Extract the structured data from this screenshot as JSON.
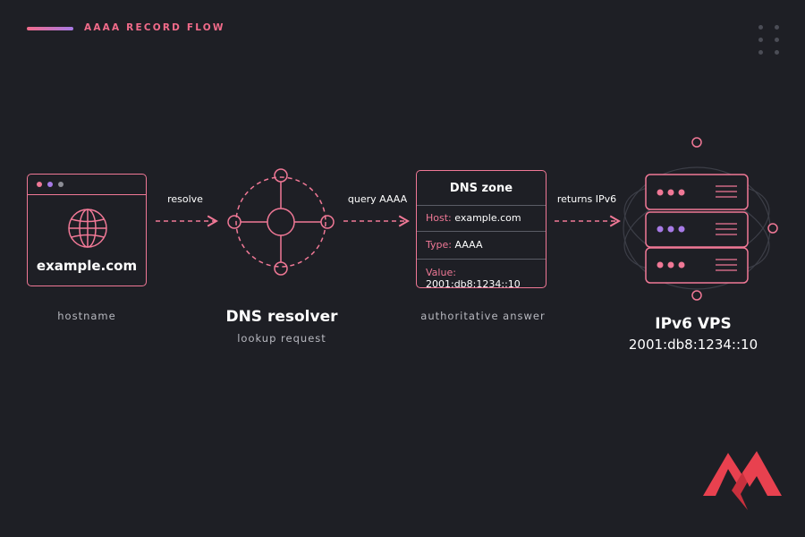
{
  "header": {
    "label": "AAAA RECORD FLOW",
    "accent_gradient": [
      "#f26b8a",
      "#a77ae6"
    ]
  },
  "colors": {
    "background": "#1e1f25",
    "line": "#f07896",
    "purple": "#a77ae6",
    "muted": "#b8b9c0"
  },
  "nodes": {
    "browser": {
      "domain": "example.com",
      "caption": "hostname"
    },
    "resolver": {
      "title": "DNS resolver",
      "caption": "lookup request"
    },
    "zone": {
      "title": "DNS zone",
      "rows": [
        {
          "key": "Host:",
          "value": "example.com"
        },
        {
          "key": "Type:",
          "value": "AAAA"
        },
        {
          "key": "Value:",
          "value": "2001:db8:1234::10"
        }
      ],
      "caption": "authoritative answer"
    },
    "vps": {
      "title": "IPv6 VPS",
      "address": "2001:db8:1234::10"
    }
  },
  "arrows": [
    {
      "label": "resolve"
    },
    {
      "label": "query AAAA"
    },
    {
      "label": "returns IPv6"
    }
  ],
  "icons": [
    "globe-icon",
    "network-node-icon",
    "server-rack-icon",
    "brand-logo-icon"
  ]
}
